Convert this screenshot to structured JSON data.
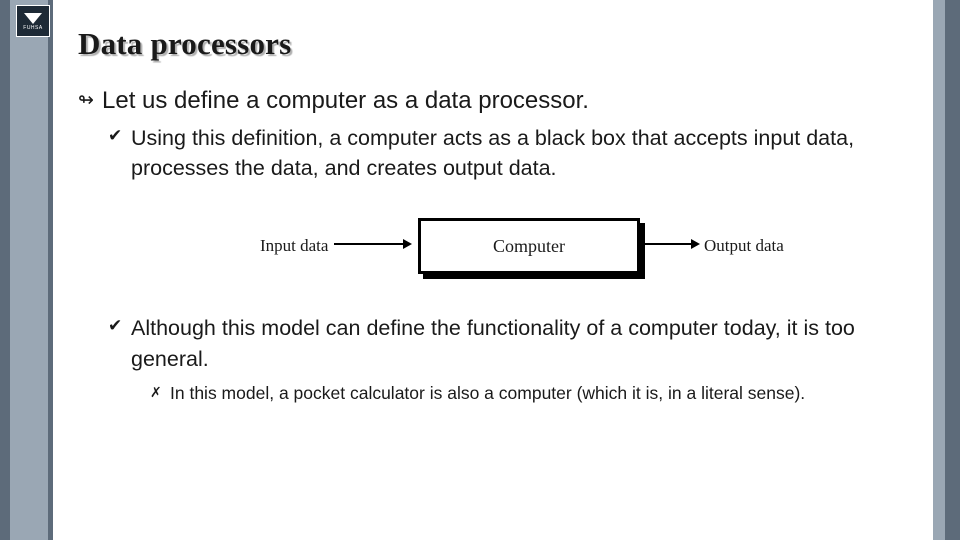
{
  "slide": {
    "title": "Data processors",
    "logo_text": "FUHSA",
    "bullets": {
      "level1": {
        "marker": "↬",
        "text": "Let us define a computer as a data processor."
      },
      "level2_a": {
        "marker": "✔",
        "text": "Using this definition, a computer acts as a black box that accepts input data, processes the data, and creates output data."
      },
      "level2_b": {
        "marker": "✔",
        "text": "Although this model can define the functionality of a computer today, it is too general."
      },
      "level3_a": {
        "marker": "✗",
        "text": "In this model, a pocket calculator is also a computer (which it is, in a literal sense)."
      }
    },
    "figure": {
      "input_label": "Input data",
      "box_label": "Computer",
      "output_label": "Output data"
    },
    "colors": {
      "band_dark": "#5d6b7a",
      "band_light": "#9aa7b4",
      "text": "#1a1a1a",
      "background": "#ffffff"
    }
  }
}
